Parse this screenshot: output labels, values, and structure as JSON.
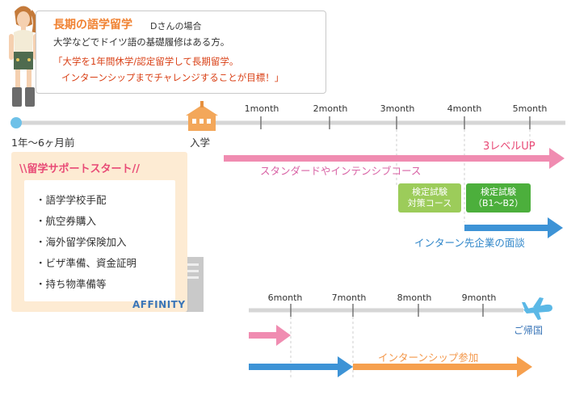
{
  "profile": {
    "title": "長期の語学留学",
    "subtitle": "Dさんの場合",
    "description": "大学などでドイツ語の基礎履修はある方。",
    "quote_line1": "「大学を1年間休学/認定留学して長期留学。",
    "quote_line2": "インターンシップまでチャレンジすることが目標！」"
  },
  "timeline_top": {
    "start_label": "1年〜6ヶ月前",
    "entry_label": "入学",
    "months": [
      "1month",
      "2month",
      "3month",
      "4month",
      "5month"
    ]
  },
  "support": {
    "title": "\\\\留学サポートスタート//",
    "items": [
      "・語学学校手配",
      "・航空券購入",
      "・海外留学保険加入",
      "・ビザ準備、資金証明",
      "・持ち物準備等"
    ],
    "building_label": "AFFINITY"
  },
  "tracks": {
    "level_up": "3レベルUP",
    "course": "スタンダードやインテンシブコース",
    "test_prep_line1": "検定試験",
    "test_prep_line2": "対策コース",
    "test_line1": "検定試験",
    "test_line2": "（B1〜B2）",
    "interview": "インターン先企業の面談",
    "internship": "インターンシップ参加"
  },
  "timeline_bottom": {
    "months": [
      "6month",
      "7month",
      "8month",
      "9month"
    ],
    "return_label": "ご帰国"
  },
  "colors": {
    "pink": "#f08cb1",
    "blue": "#3d93d6",
    "orange": "#f6a04e",
    "green_light": "#9ccc5a",
    "green_dark": "#4caf3c",
    "timeline_gray": "#d6d6d6"
  }
}
